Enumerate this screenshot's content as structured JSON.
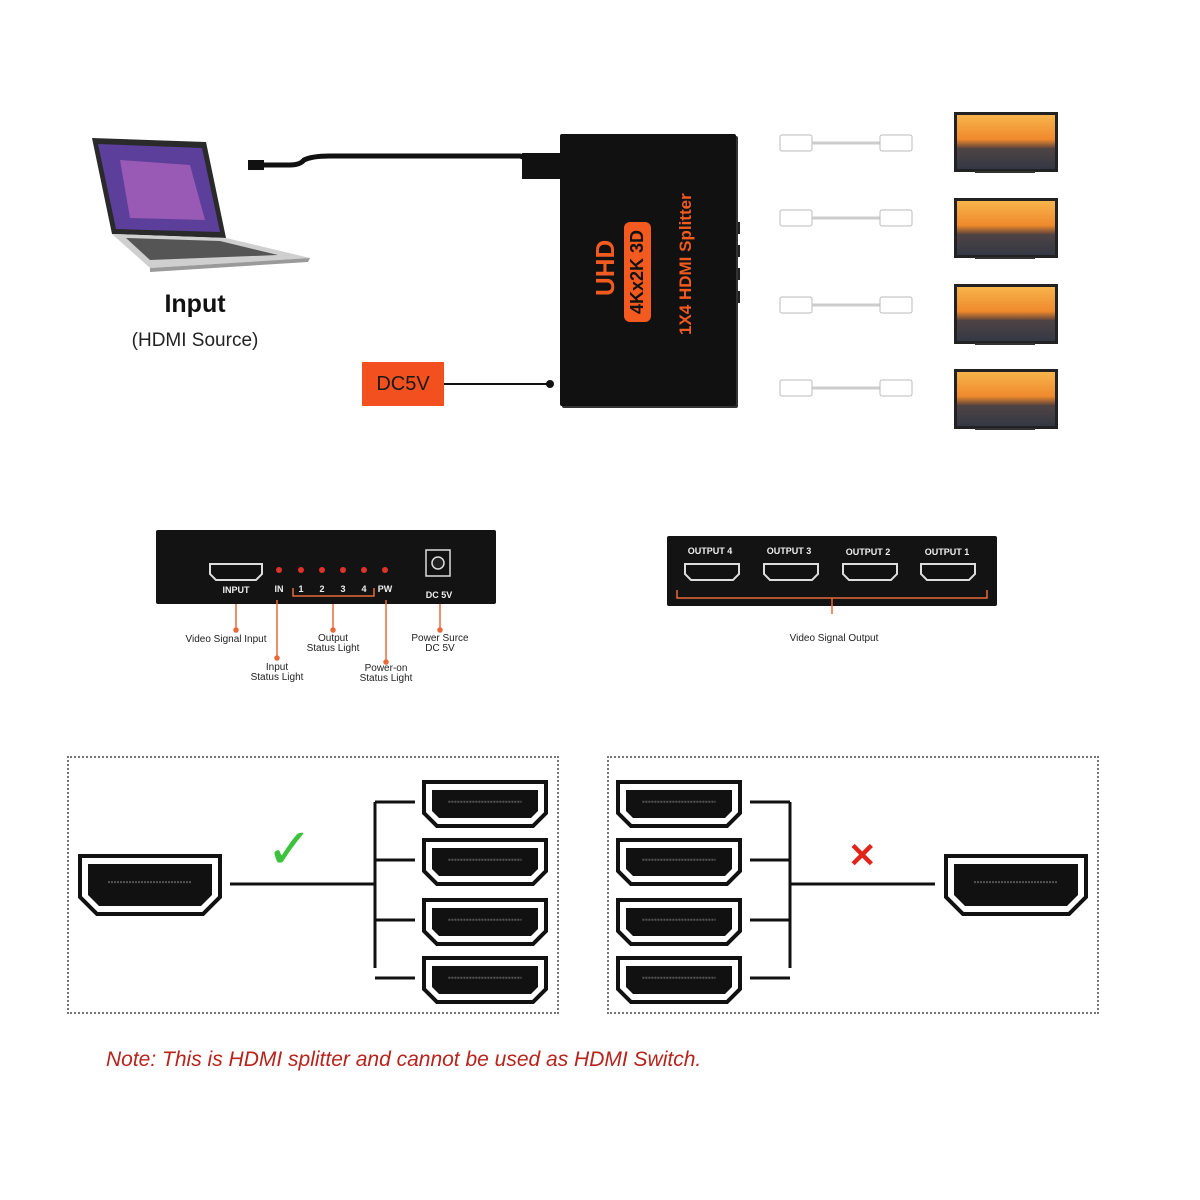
{
  "input": {
    "title": "Input",
    "subtitle": "(HDMI Source)"
  },
  "power": {
    "label": "DC5V"
  },
  "splitter": {
    "brand": "UHD",
    "badge": "4Kx2K 3D",
    "name": "1X4 HDMI Splitter"
  },
  "outputs_count": 4,
  "front_panel": {
    "input_port": "INPUT",
    "indicators": [
      "IN",
      "1",
      "2",
      "3",
      "4",
      "PW"
    ],
    "dc_port": "DC 5V",
    "callouts": {
      "video_signal_input": "Video Signal Input",
      "input_status_light": [
        "Input",
        "Status Light"
      ],
      "output_status_light": [
        "Output",
        "Status Light"
      ],
      "power_on_status_light": [
        "Power-on",
        "Status Light"
      ],
      "power_source": [
        "Power Surce",
        "DC 5V"
      ]
    }
  },
  "rear_panel": {
    "ports": [
      "OUTPUT 4",
      "OUTPUT 3",
      "OUTPUT 2",
      "OUTPUT 1"
    ],
    "callout": "Video Signal Output"
  },
  "comparison": {
    "valid_mark": "✓",
    "invalid_mark": "✕",
    "colors": {
      "valid": "#3cc23c",
      "invalid": "#e2231a"
    }
  },
  "note": "Note: This is HDMI splitter and cannot be used as HDMI Switch."
}
